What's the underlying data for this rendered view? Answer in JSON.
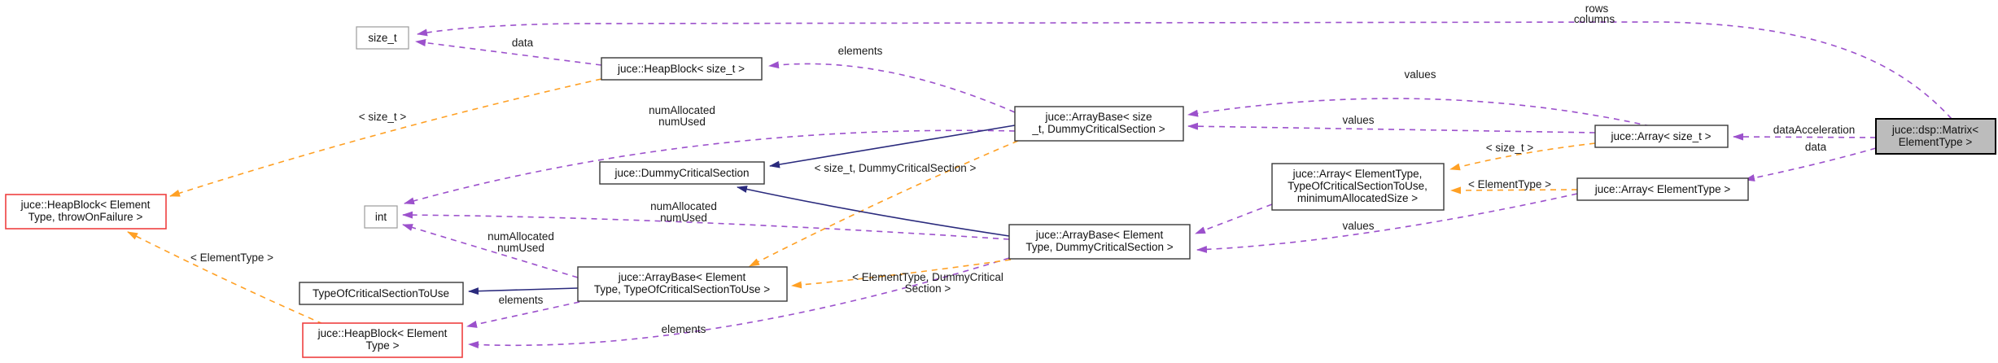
{
  "diagram": {
    "type": "doxygen-collaboration-graph",
    "colors": {
      "usage_edge": "#9c51cc",
      "template_edge": "#ffa024",
      "inheritance_edge": "#2a2a7d",
      "node_border": "#383838",
      "light_border": "#9b9b9b",
      "error_border": "#ee4040",
      "focus_fill": "#bcbcbc"
    },
    "nodes": [
      {
        "id": "size-t",
        "lines": [
          "size_t"
        ]
      },
      {
        "id": "heapblock-size-t",
        "lines": [
          "juce::HeapBlock< size_t >"
        ]
      },
      {
        "id": "arraybase-size-t",
        "lines": [
          "juce::ArrayBase< size",
          "_t, DummyCriticalSection >"
        ]
      },
      {
        "id": "dummycriticalsection",
        "lines": [
          "juce::DummyCriticalSection"
        ]
      },
      {
        "id": "int",
        "lines": [
          "int"
        ]
      },
      {
        "id": "heapblock-elementtype-throwonfailure",
        "lines": [
          "juce::HeapBlock< Element",
          "Type, throwOnFailure >"
        ]
      },
      {
        "id": "arraybase-elementtype-dummycriticalsection",
        "lines": [
          "juce::ArrayBase< Element",
          "Type, DummyCriticalSection >"
        ]
      },
      {
        "id": "arraybase-elementtype-typeofcriticalsectiontouse",
        "lines": [
          "juce::ArrayBase< Element",
          "Type, TypeOfCriticalSectionToUse >"
        ]
      },
      {
        "id": "typeofcriticalsectiontouse",
        "lines": [
          "TypeOfCriticalSectionToUse"
        ]
      },
      {
        "id": "heapblock-elementtype",
        "lines": [
          "juce::HeapBlock< Element",
          "Type >"
        ]
      },
      {
        "id": "array-elementtype-generic",
        "lines": [
          "juce::Array< ElementType,",
          "TypeOfCriticalSectionToUse,",
          "minimumAllocatedSize >"
        ]
      },
      {
        "id": "array-size-t",
        "lines": [
          "juce::Array< size_t >"
        ]
      },
      {
        "id": "array-elementtype",
        "lines": [
          "juce::Array< ElementType >"
        ]
      },
      {
        "id": "dsp-matrix",
        "lines": [
          "juce::dsp::Matrix<",
          "ElementType >"
        ]
      }
    ],
    "edge_labels": [
      {
        "id": "rows-columns",
        "lines": [
          "rows",
          "columns"
        ]
      },
      {
        "id": "data-size-t",
        "lines": [
          "data"
        ]
      },
      {
        "id": "elements-size-t",
        "lines": [
          "elements"
        ]
      },
      {
        "id": "template-size-t-heapblock",
        "lines": [
          "< size_t >"
        ]
      },
      {
        "id": "numallocated-numused-size-t",
        "lines": [
          "numAllocated",
          "numUsed"
        ]
      },
      {
        "id": "template-size-t-dummycs",
        "lines": [
          "< size_t, DummyCriticalSection >"
        ]
      },
      {
        "id": "numallocated-numused-et-dcs",
        "lines": [
          "numAllocated",
          "numUsed"
        ]
      },
      {
        "id": "numallocated-numused-tocstu",
        "lines": [
          "numAllocated",
          "numUsed"
        ]
      },
      {
        "id": "elements-tocstu",
        "lines": [
          "elements"
        ]
      },
      {
        "id": "template-elementtype-heapblock",
        "lines": [
          "< ElementType >"
        ]
      },
      {
        "id": "elements-et-dcs",
        "lines": [
          "elements"
        ]
      },
      {
        "id": "template-elementtype-dummycs",
        "lines": [
          "< ElementType, DummyCritical",
          "Section >"
        ]
      },
      {
        "id": "values-top",
        "lines": [
          "values"
        ]
      },
      {
        "id": "values-size-t",
        "lines": [
          "values"
        ]
      },
      {
        "id": "values-elementtype",
        "lines": [
          "values"
        ]
      },
      {
        "id": "template-size-t-array",
        "lines": [
          "< size_t >"
        ]
      },
      {
        "id": "template-elementtype-array",
        "lines": [
          "< ElementType >"
        ]
      },
      {
        "id": "dataacceleration",
        "lines": [
          "dataAcceleration"
        ]
      },
      {
        "id": "data-matrix",
        "lines": [
          "data"
        ]
      }
    ]
  }
}
